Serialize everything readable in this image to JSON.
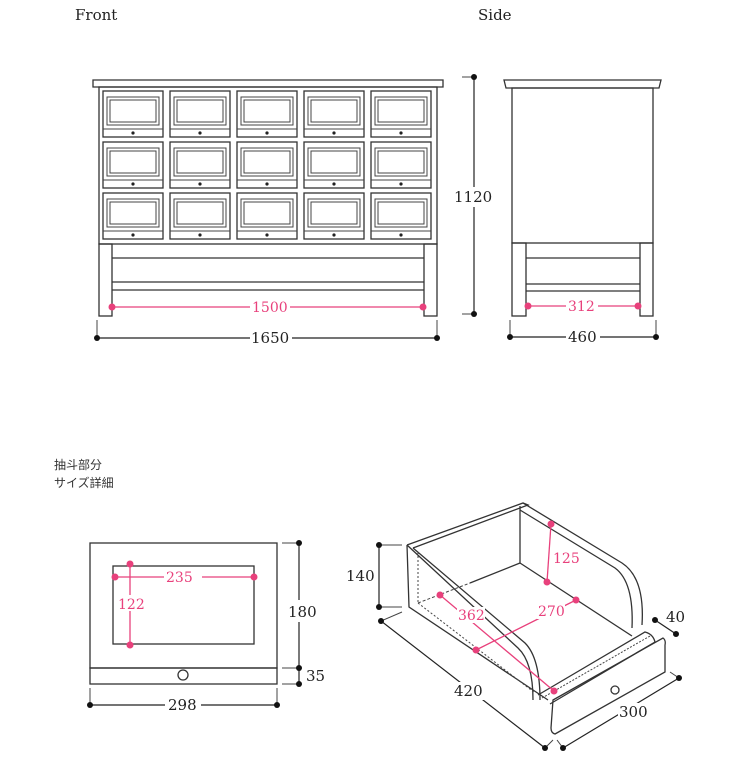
{
  "views": {
    "front_title": "Front",
    "side_title": "Side"
  },
  "front_dims": {
    "inner_width": "1500",
    "total_width": "1650",
    "height": "1120"
  },
  "side_dims": {
    "inner_depth": "312",
    "total_depth": "460"
  },
  "drawer_detail": {
    "heading_line1": "抽斗部分",
    "heading_line2": "サイズ詳細",
    "front": {
      "window_width": "235",
      "window_height": "122",
      "height": "180",
      "base_height": "35",
      "width": "298"
    },
    "iso": {
      "height": "140",
      "inner_height": "125",
      "inner_width": "270",
      "inner_depth": "362",
      "depth": "420",
      "width": "300",
      "front_thickness": "40"
    }
  },
  "colors": {
    "accent": "#e8417c",
    "line": "#333333"
  }
}
